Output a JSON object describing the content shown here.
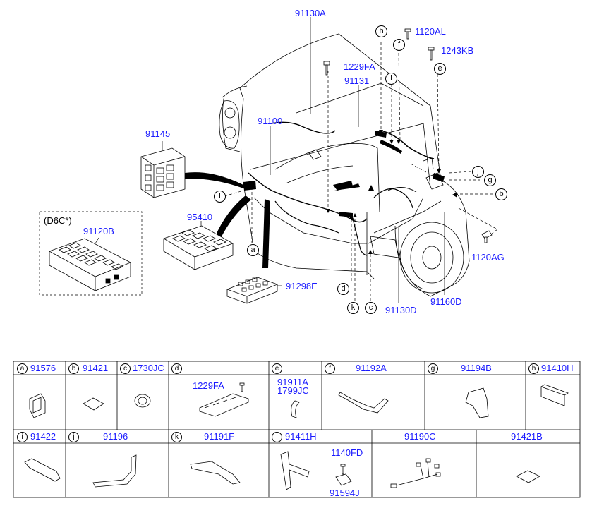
{
  "main_labels": {
    "p91130A": "91130A",
    "p1120AL": "1120AL",
    "p1243KB": "1243KB",
    "p1229FA": "1229FA",
    "p91131": "91131",
    "p91145": "91145",
    "p91100": "91100",
    "p95410": "95410",
    "d6c": "(D6C*)",
    "p91120B": "91120B",
    "p91298E": "91298E",
    "p1120AG": "1120AG",
    "p91160D": "91160D",
    "p91130D": "91130D"
  },
  "callouts": {
    "a": "a",
    "b": "b",
    "c": "c",
    "d": "d",
    "e": "e",
    "f": "f",
    "g": "g",
    "h": "h",
    "i": "i",
    "j": "j",
    "k": "k",
    "l": "l"
  },
  "parts_table": {
    "row1": [
      {
        "letter": "a",
        "part": "91576"
      },
      {
        "letter": "b",
        "part": "91421"
      },
      {
        "letter": "c",
        "part": "1730JC"
      },
      {
        "letter": "d",
        "part": "",
        "sub": "1229FA"
      },
      {
        "letter": "e",
        "part": "",
        "sub1": "91911A",
        "sub2": "1799JC"
      },
      {
        "letter": "f",
        "part": "91192A"
      },
      {
        "letter": "g",
        "part": "91194B"
      },
      {
        "letter": "h",
        "part": "91410H"
      }
    ],
    "row2": [
      {
        "letter": "i",
        "part": "91422"
      },
      {
        "letter": "j",
        "part": "91196"
      },
      {
        "letter": "k",
        "part": "91191F"
      },
      {
        "letter": "l",
        "part": "91411H",
        "sub1": "1140FD",
        "sub2": "91594J"
      },
      {
        "letter": "",
        "part": "91190C"
      },
      {
        "letter": "",
        "part": "91421B"
      }
    ]
  },
  "colors": {
    "label": "#1a1aff",
    "line": "#000000"
  }
}
